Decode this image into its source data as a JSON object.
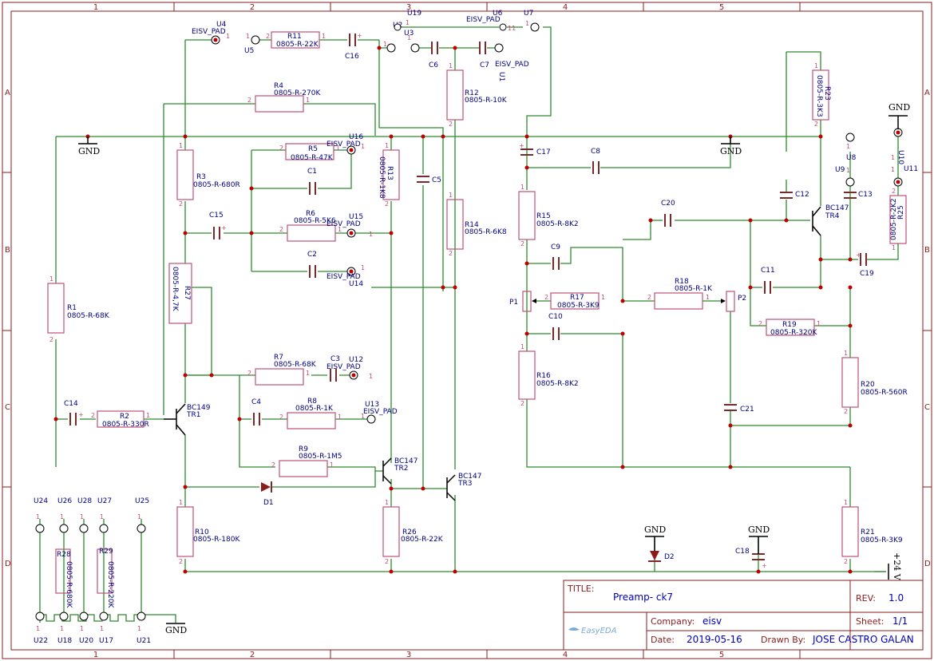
{
  "zones": {
    "cols": [
      "1",
      "2",
      "3",
      "4",
      "5"
    ],
    "rows": [
      "A",
      "B",
      "C",
      "D"
    ]
  },
  "title_block": {
    "title_label": "TITLE:",
    "title": "Preamp- ck7",
    "rev_label": "REV:",
    "rev": "1.0",
    "company_label": "Company:",
    "company": "eisv",
    "sheet_label": "Sheet:",
    "sheet": "1/1",
    "date_label": "Date:",
    "date": "2019-05-16",
    "drawn_label": "Drawn By:",
    "drawn_by": "JOSE CASTRO GALAN",
    "logo": "EasyEDA"
  },
  "nets": {
    "gnd": "GND",
    "supply": "+24 V"
  },
  "components": {
    "R1": {
      "ref": "R1",
      "val": "0805-R-68K"
    },
    "R2": {
      "ref": "R2",
      "val": "0805-R-330R"
    },
    "R3": {
      "ref": "R3",
      "val": "0805-R-680R"
    },
    "R4": {
      "ref": "R4",
      "val": "0805-R-270K"
    },
    "R5": {
      "ref": "R5",
      "val": "0805-R-47K"
    },
    "R6": {
      "ref": "R6",
      "val": "0805-R-5K6"
    },
    "R7": {
      "ref": "R7",
      "val": "0805-R-68K"
    },
    "R8": {
      "ref": "R8",
      "val": "0805-R-1K"
    },
    "R9": {
      "ref": "R9",
      "val": "0805-R-1M5"
    },
    "R10": {
      "ref": "R10",
      "val": "0805-R-180K"
    },
    "R11": {
      "ref": "R11",
      "val": "0805-R-22K"
    },
    "R12": {
      "ref": "R12",
      "val": "0805-R-10K"
    },
    "R13": {
      "ref": "R13",
      "val": "0805-R-1K8"
    },
    "R14": {
      "ref": "R14",
      "val": "0805-R-6K8"
    },
    "R15": {
      "ref": "R15",
      "val": "0805-R-8K2"
    },
    "R16": {
      "ref": "R16",
      "val": "0805-R-8K2"
    },
    "R17": {
      "ref": "R17",
      "val": "0805-R-3K9"
    },
    "R18": {
      "ref": "R18",
      "val": "0805-R-1K"
    },
    "R19": {
      "ref": "R19",
      "val": "0805-R-320K"
    },
    "R20": {
      "ref": "R20",
      "val": "0805-R-560R"
    },
    "R21": {
      "ref": "R21",
      "val": "0805-R-3K9"
    },
    "R23": {
      "ref": "R23",
      "val": "0805-R-3K3"
    },
    "R25": {
      "ref": "R25",
      "val": "0805-R-2K2"
    },
    "R26": {
      "ref": "R26",
      "val": "0805-R-22K"
    },
    "R27": {
      "ref": "R27",
      "val": "0805-R-4,7K"
    },
    "R28": {
      "ref": "R28",
      "val": "0805-R-680K"
    },
    "R29": {
      "ref": "R29",
      "val": "0805-R-220K"
    },
    "C1": {
      "ref": "C1"
    },
    "C2": {
      "ref": "C2"
    },
    "C3": {
      "ref": "C3"
    },
    "C4": {
      "ref": "C4"
    },
    "C5": {
      "ref": "C5"
    },
    "C6": {
      "ref": "C6"
    },
    "C7": {
      "ref": "C7"
    },
    "C8": {
      "ref": "C8"
    },
    "C9": {
      "ref": "C9"
    },
    "C10": {
      "ref": "C10"
    },
    "C11": {
      "ref": "C11"
    },
    "C12": {
      "ref": "C12"
    },
    "C13": {
      "ref": "C13"
    },
    "C14": {
      "ref": "C14"
    },
    "C15": {
      "ref": "C15"
    },
    "C16": {
      "ref": "C16"
    },
    "C17": {
      "ref": "C17"
    },
    "C18": {
      "ref": "C18"
    },
    "C19": {
      "ref": "C19"
    },
    "C20": {
      "ref": "C20"
    },
    "C21": {
      "ref": "C21"
    },
    "TR1": {
      "ref": "TR1",
      "val": "BC149"
    },
    "TR2": {
      "ref": "TR2",
      "val": "BC147"
    },
    "TR3": {
      "ref": "TR3",
      "val": "BC147"
    },
    "TR4": {
      "ref": "TR4",
      "val": "BC147"
    },
    "D1": {
      "ref": "D1"
    },
    "D2": {
      "ref": "D2"
    },
    "P1": {
      "ref": "P1"
    },
    "P2": {
      "ref": "P2"
    }
  },
  "pads": {
    "pad_name": "EISV_PAD",
    "labels": [
      "U1",
      "U2",
      "U3",
      "U4",
      "U5",
      "U6",
      "U7",
      "U8",
      "U9",
      "U10",
      "U11",
      "U12",
      "U13",
      "U14",
      "U15",
      "U16",
      "U17",
      "U18",
      "U19",
      "U20",
      "U21",
      "U22",
      "U24",
      "U25",
      "U26",
      "U27",
      "U28"
    ],
    "pin_one": "1",
    "pin_two": "2",
    "pin_eleven": "11"
  }
}
